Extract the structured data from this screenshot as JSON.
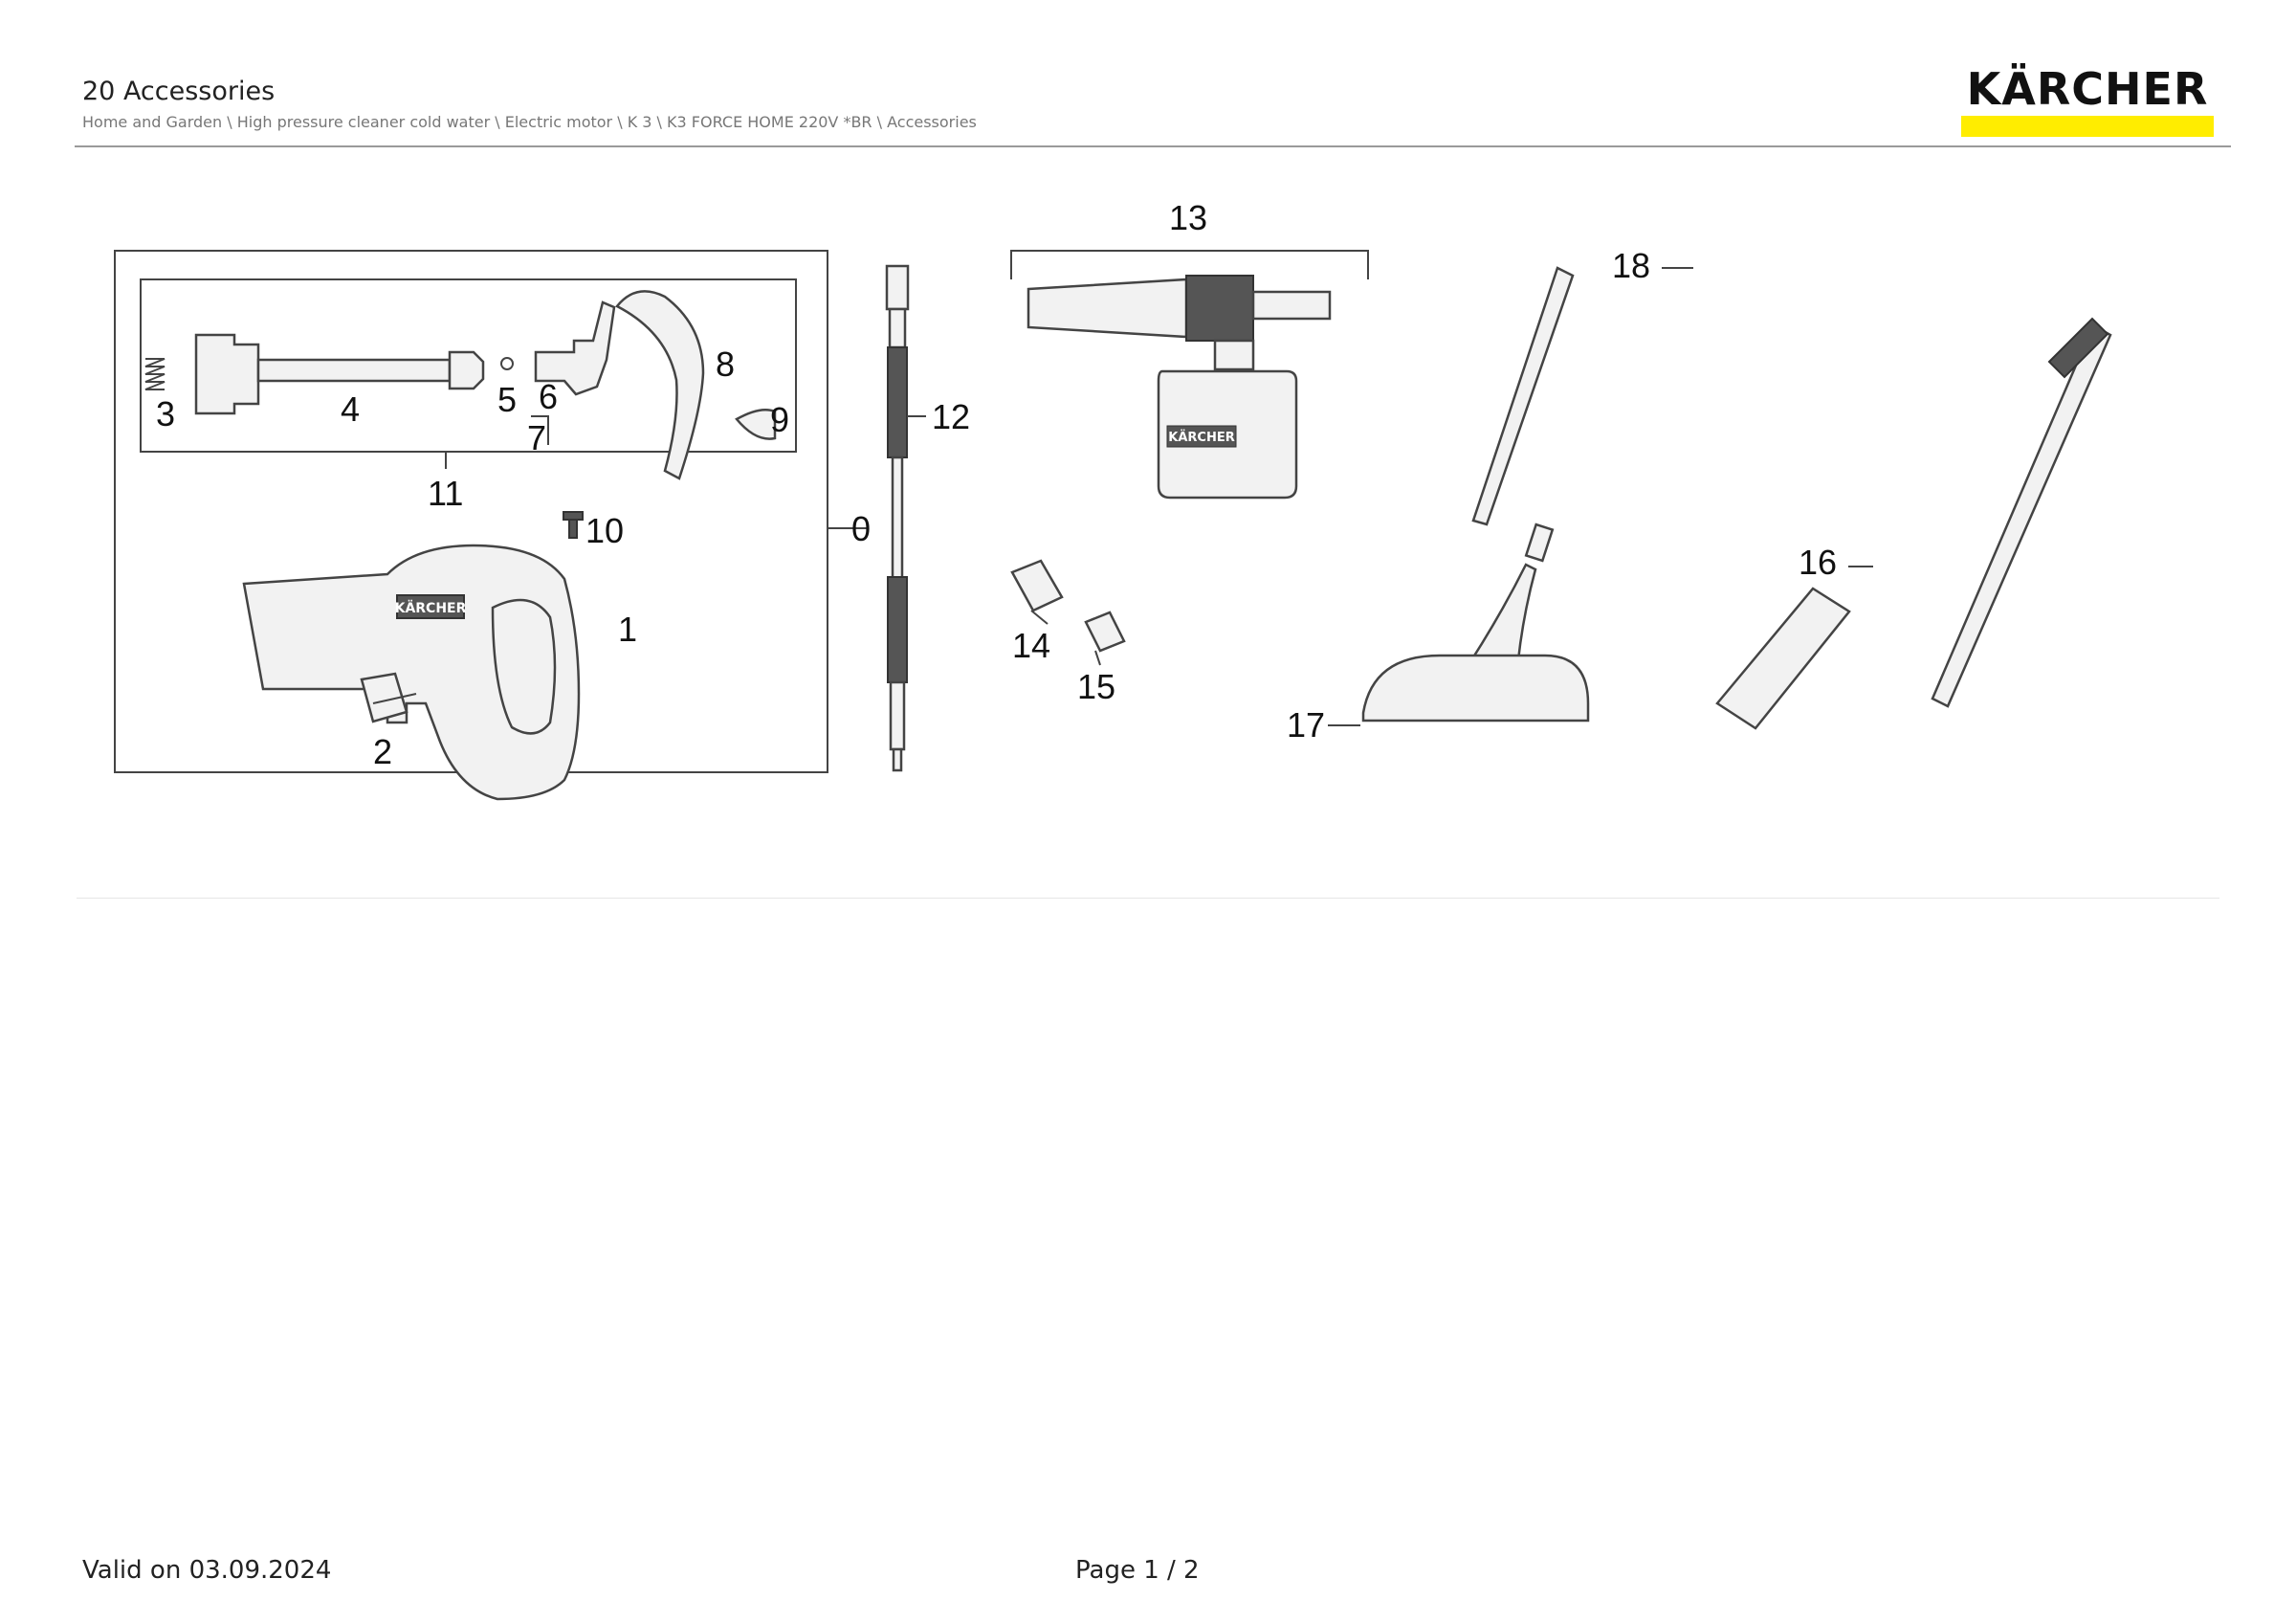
{
  "header": {
    "title": "20 Accessories",
    "breadcrumb": "Home and Garden \\ High pressure cleaner cold water \\ Electric motor \\ K 3 \\ K3 FORCE HOME 220V *BR \\ Accessories",
    "logo_text": "KÄRCHER",
    "logo_bar_color": "#ffed00"
  },
  "diagram": {
    "callouts": [
      "0",
      "1",
      "2",
      "3",
      "4",
      "5",
      "6",
      "7",
      "8",
      "9",
      "10",
      "11",
      "12",
      "13",
      "14",
      "15",
      "16",
      "17",
      "18"
    ],
    "brand_marks": [
      "KÄRCHER",
      "KÄRCHER"
    ]
  },
  "footer": {
    "valid_on": "Valid on 03.09.2024",
    "page": "Page 1 / 2"
  }
}
